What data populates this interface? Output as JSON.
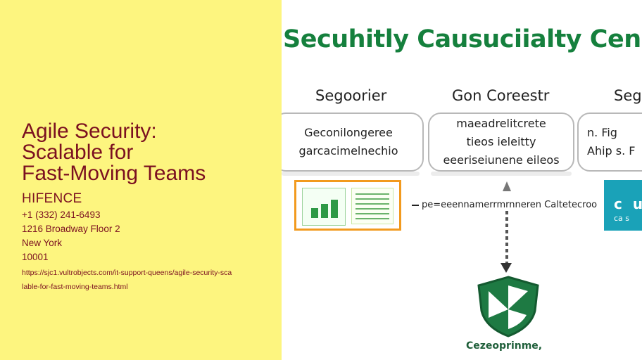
{
  "page": {
    "title_lines": [
      "Agile Security:",
      "Scalable for",
      "Fast-Moving Teams"
    ],
    "company": "HIFENCE",
    "phone": "+1 (332) 241-6493",
    "address_line": "1216 Broadway Floor 2",
    "city": "New York",
    "zip": "10001",
    "url_line1": "https://sjc1.vultrobjects.com/it-support-queens/agile-security-sca",
    "url_line2": "lable-for-fast-moving-teams.html"
  },
  "diagram": {
    "title": "Secuhitly Causuciialty Cencle",
    "columns": [
      {
        "heading": "Segoorier",
        "lines": [
          "Geconilongeree",
          "garcacimelnechio"
        ]
      },
      {
        "heading": "Gon Coreestr",
        "lines": [
          "maeadrelitcrete",
          "tieos ieleitty",
          "eeeriseiunene eileos"
        ]
      },
      {
        "heading": "Seg",
        "lines": [
          "n. Fig",
          "Ahip s. F"
        ]
      }
    ],
    "flow_label": "pe=eeennamerrmrnneren Caltetecroo",
    "teal_text": [
      "c u",
      "ca s"
    ],
    "shield_label": "Cezeoprinme,"
  },
  "colors": {
    "left_bg": "#fdf57f",
    "text_maroon": "#7b1020",
    "title_green": "#15803d",
    "panel_orange": "#f29a1e",
    "shield_green": "#1e7a43",
    "teal": "#1aa2b8"
  }
}
